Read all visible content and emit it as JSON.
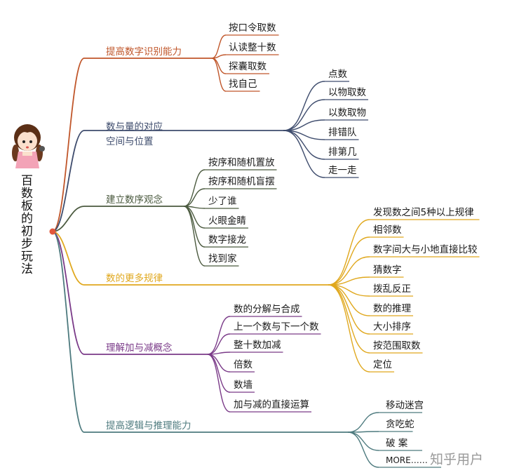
{
  "root": {
    "title": "百数板的初步玩法"
  },
  "watermark": "知乎用户",
  "branches": [
    {
      "label": "提高数字识别能力",
      "color": "#c0562a",
      "children": [
        "按口令取数",
        "认读整十数",
        "探囊取数",
        "找自己"
      ]
    },
    {
      "label": "数与量的对应",
      "label2": "空间与位置",
      "color": "#3e4c6d",
      "children": [
        "点数",
        "以物取数",
        "以数取物",
        "排错队",
        "排第几",
        "走一走"
      ]
    },
    {
      "label": "建立数序观念",
      "color": "#4b5a3f",
      "children": [
        "按序和随机置放",
        "按序和随机盲摆",
        "少了谁",
        "火眼金睛",
        "数字接龙",
        "找到家"
      ]
    },
    {
      "label": "数的更多规律",
      "color": "#e0a81e",
      "children": [
        "发现数之间5种以上规律",
        "相邻数",
        "数字间大与小地直接比较",
        "猜数字",
        "拨乱反正",
        "数的推理",
        "大小排序",
        "按范围取数",
        "定位"
      ]
    },
    {
      "label": "理解加与减概念",
      "color": "#7a3a88",
      "children": [
        "数的分解与合成",
        "上一个数与下一个数",
        "整十数加减",
        "倍数",
        "数墙",
        "加与减的直接运算"
      ]
    },
    {
      "label": "提高逻辑与推理能力",
      "color": "#4d7a7e",
      "children": [
        "移动迷宫",
        "贪吃蛇",
        "破  案",
        "MORE……"
      ]
    }
  ]
}
